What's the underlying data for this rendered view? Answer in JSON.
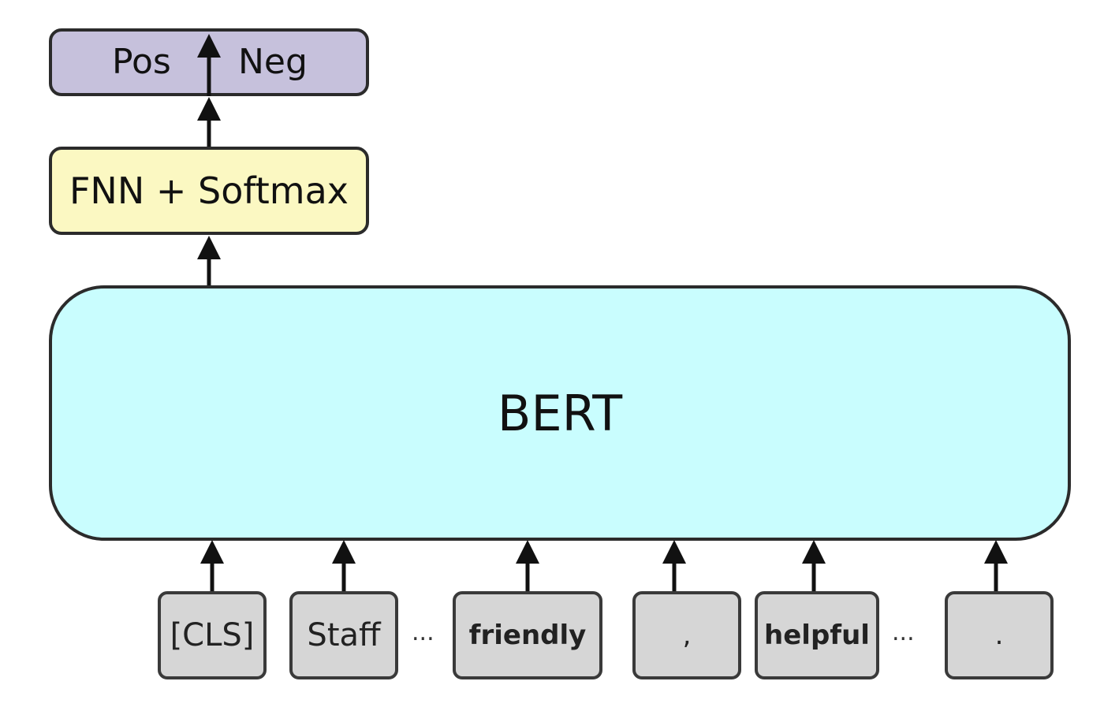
{
  "output": {
    "pos_label": "Pos",
    "neg_label": "Neg"
  },
  "classifier": {
    "label": "FNN + Softmax"
  },
  "encoder": {
    "label": "BERT"
  },
  "tokens": [
    {
      "text": "[CLS]"
    },
    {
      "text": "Staff"
    },
    {
      "text": "friendly"
    },
    {
      "text": ","
    },
    {
      "text": "helpful"
    },
    {
      "text": "."
    }
  ],
  "ellipsis": "...",
  "colors": {
    "output_fill": "#c6c1dc",
    "classifier_fill": "#fbf8c2",
    "encoder_fill": "#c9fdfe",
    "token_fill": "#d6d6d6",
    "stroke": "#2b2b2b"
  }
}
